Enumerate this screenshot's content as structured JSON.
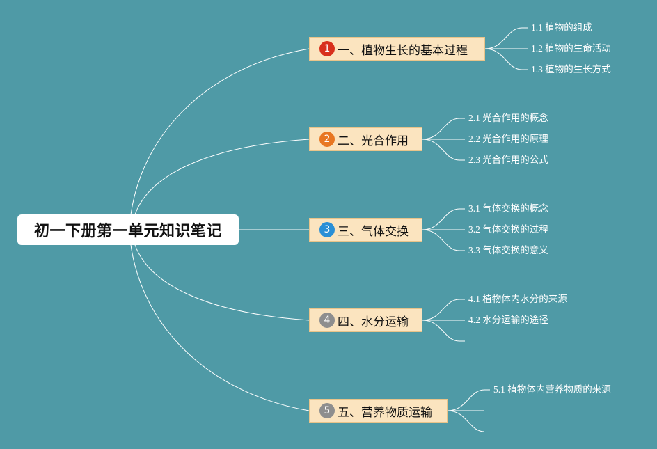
{
  "central_topic": "初一下册第一单元知识笔记",
  "colors": {
    "background": "#4f9aa6",
    "branch_fill": "#fbe4bf",
    "line": "#ffffff"
  },
  "branches": [
    {
      "number": "1",
      "badge_color": "#d8301c",
      "label": "一、植物生长的基本过程",
      "leaves": [
        "1.1 植物的组成",
        "1.2 植物的生命活动",
        "1.3 植物的生长方式"
      ]
    },
    {
      "number": "2",
      "badge_color": "#e87722",
      "label": "二、光合作用",
      "leaves": [
        "2.1 光合作用的概念",
        "2.2 光合作用的原理",
        "2.3 光合作用的公式"
      ]
    },
    {
      "number": "3",
      "badge_color": "#2a8fd6",
      "label": "三、气体交换",
      "leaves": [
        "3.1 气体交换的概念",
        "3.2 气体交换的过程",
        "3.3 气体交换的意义"
      ]
    },
    {
      "number": "4",
      "badge_color": "#8e8e8e",
      "label": "四、水分运输",
      "leaves": [
        "4.1 植物体内水分的来源",
        "4.2 水分运输的途径",
        ""
      ]
    },
    {
      "number": "5",
      "badge_color": "#8e8e8e",
      "label": "五、营养物质运输",
      "leaves": [
        "5.1 植物体内营养物质的来源",
        "",
        ""
      ]
    }
  ]
}
